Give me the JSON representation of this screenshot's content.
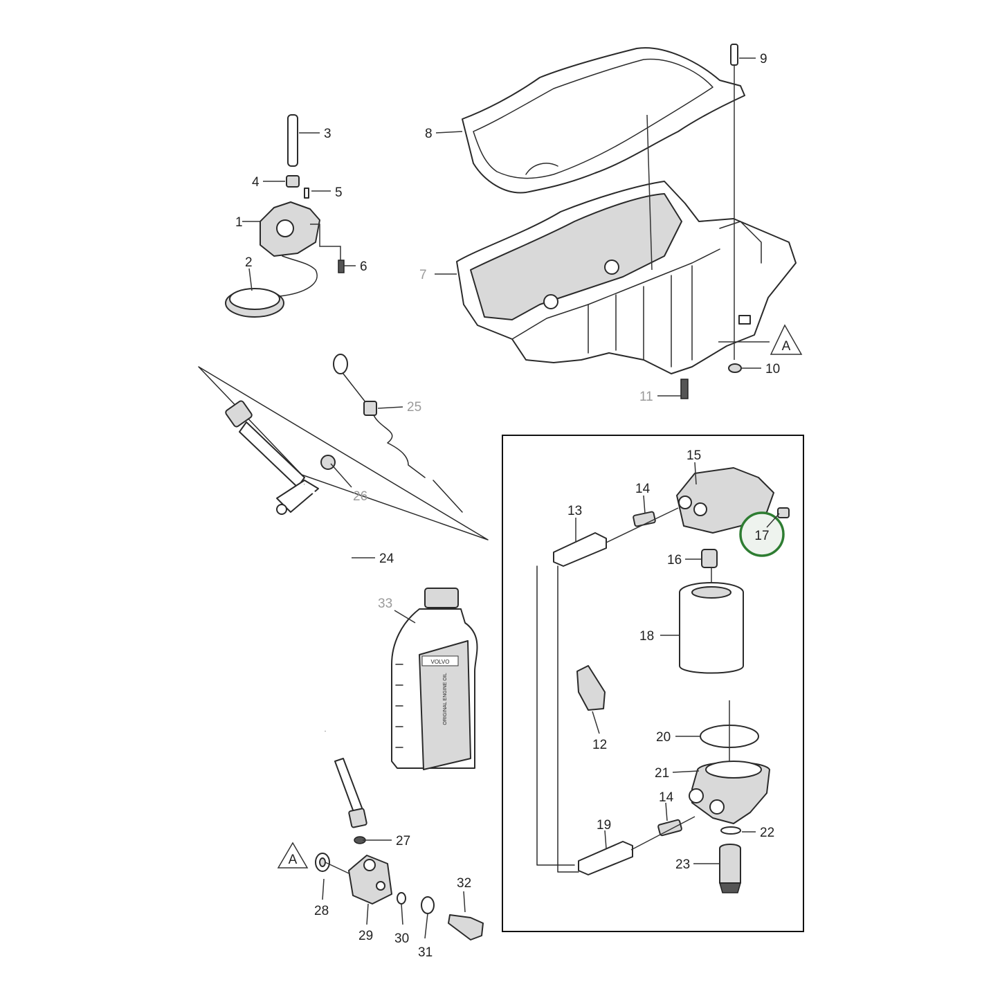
{
  "diagram": {
    "highlighted_callout": "17",
    "highlight_color": "#2e7d32",
    "reference_marker": "A",
    "bottle_label": {
      "brand_box": "VOLVO",
      "product": "ORIGINAL ENGINE OIL"
    },
    "callouts": {
      "c1": "1",
      "c2": "2",
      "c3": "3",
      "c4": "4",
      "c5": "5",
      "c6": "6",
      "c7": "7",
      "c8": "8",
      "c9": "9",
      "c10": "10",
      "c11": "11",
      "c12": "12",
      "c13": "13",
      "c14a": "14",
      "c14b": "14",
      "c15": "15",
      "c16": "16",
      "c17": "17",
      "c18": "18",
      "c19": "19",
      "c20": "20",
      "c21": "21",
      "c22": "22",
      "c23": "23",
      "c24": "24",
      "c25": "25",
      "c26": "26",
      "c27": "27",
      "c28": "28",
      "c29": "29",
      "c30": "30",
      "c31": "31",
      "c32": "32",
      "c33": "33"
    }
  }
}
